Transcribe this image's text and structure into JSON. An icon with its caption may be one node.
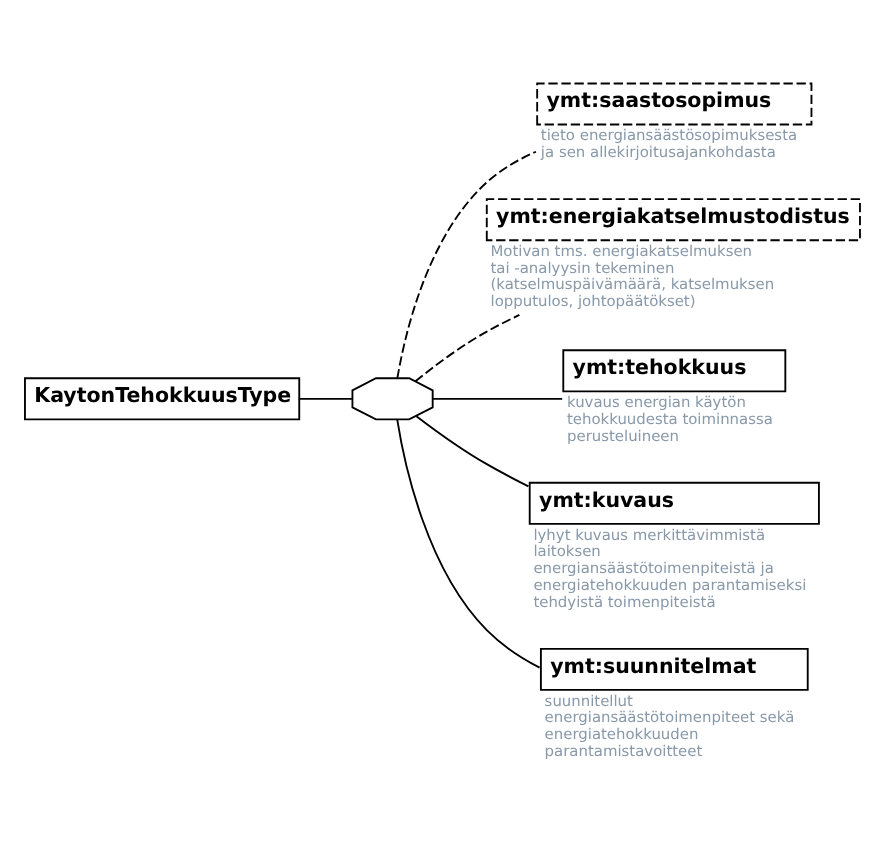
{
  "diagram": {
    "nodes": [
      {
        "text": [
          "KaytonTehokkuusType"
        ]
      },
      {
        "text": [],
        "shape": "octagon"
      },
      {
        "text": [
          "ymt:saastosopimus"
        ],
        "beside": [
          "tieto energiansäästösopimuksesta ja sen allekirjoitusajankohdasta"
        ]
      },
      {
        "text": [
          "ymt:energiakatselmustodistus"
        ],
        "beside": [
          "Motivan tms. energiakatselmuksen tai -analyysin tekeminen (katselmuspäivämäärä, katselmuksen lopputulos, johtopäätökset)"
        ]
      },
      {
        "text": [
          "ymt:tehokkuus"
        ],
        "beside": [
          "kuvaus energian käytön tehokkuudesta toiminnassa perusteluineen"
        ]
      },
      {
        "text": [
          "ymt:kuvaus"
        ],
        "beside": [
          "lyhyt kuvaus merkittävimmistä laitoksen energiansäästötoimenpiteistä ja energiatehokkuuden parantamiseksi tehdyistä toimenpiteistä"
        ]
      },
      {
        "text": [
          "ymt:suunnitelmat"
        ],
        "beside": [
          "suunnitellut energiansäästötoimenpiteet sekä energiatehokkuuden parantamistavoitteet"
        ]
      }
    ],
    "edges": [
      {
        "from": 0,
        "to": 1,
        "arrow": "none"
      },
      {
        "from": 1,
        "to": 2,
        "arrow": "none",
        "style": "dashed"
      },
      {
        "from": 1,
        "to": 3,
        "arrow": "none",
        "style": "dashed"
      },
      {
        "from": 1,
        "to": 4,
        "arrow": "none"
      },
      {
        "from": 1,
        "to": 5,
        "arrow": "none"
      },
      {
        "from": 1,
        "to": 6,
        "arrow": "none"
      }
    ]
  }
}
